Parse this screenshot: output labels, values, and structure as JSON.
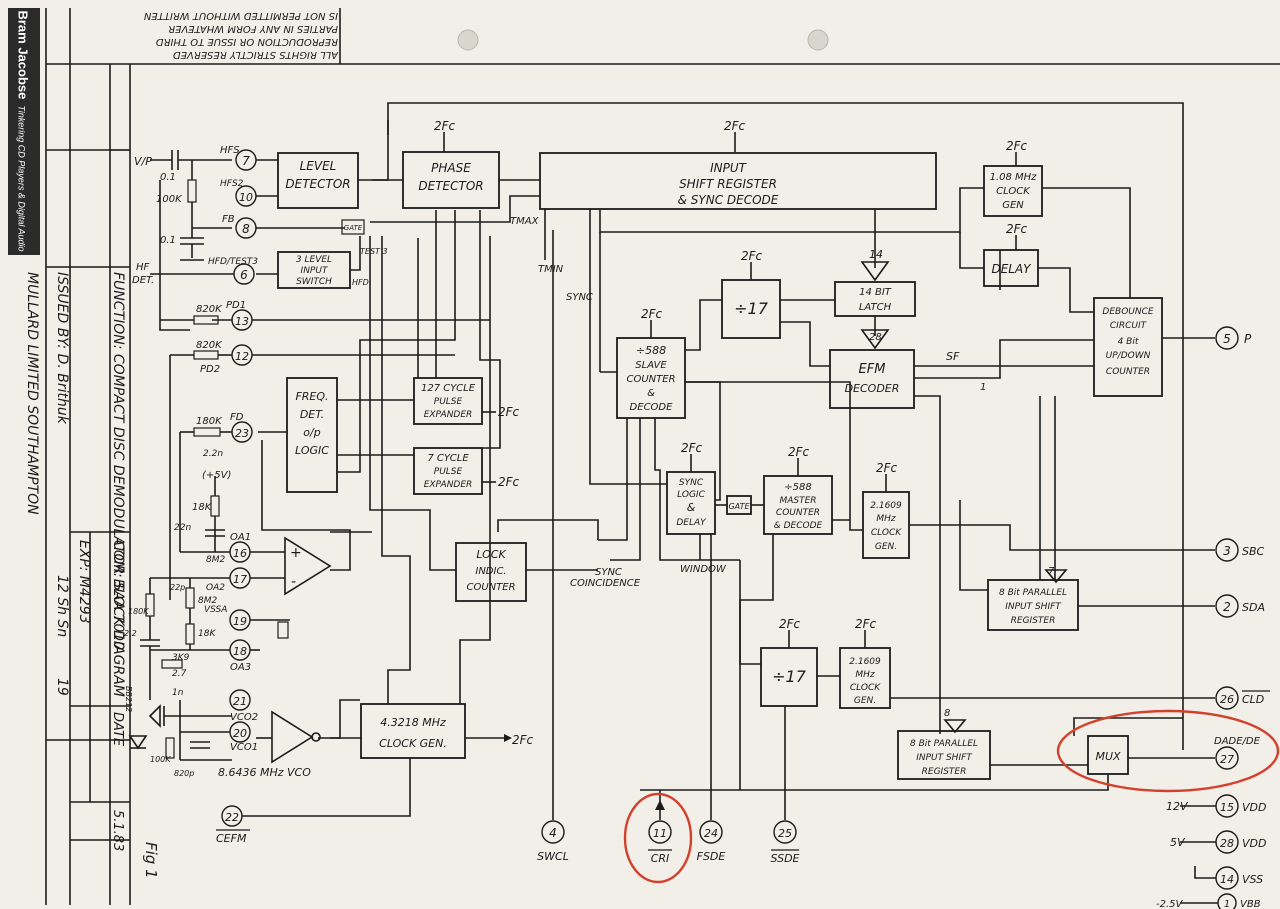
{
  "watermark": {
    "name": "Bram Jacobse",
    "tagline": "Tinkering CD Players & Digital Audio"
  },
  "title_block": {
    "copyright": [
      "ALL RIGHTS STRICTLY RESERVED",
      "REPRODUCTION OR ISSUE TO THIRD",
      "PARTIES IN ANY FORM WHATEVER",
      "IS NOT PERMITTED WITHOUT WRITTEN"
    ],
    "company": "MULLARD LIMITED SOUTHAMPTON",
    "issued_by": "ISSUED BY: D. Brithuk",
    "function": "FUNCTION: COMPACT DISC DEMODULATOR BLOCK DIAGRAM",
    "exp": "EXP: M4293",
    "com": "COM: SAA 7010",
    "sheet": "12 Sh Sn",
    "sheet_no": "19",
    "date_label": "DATE",
    "date_value": "5.1.83",
    "fig": "Fig 1"
  },
  "blocks": {
    "level": [
      "LEVEL",
      "DETECTOR"
    ],
    "phase": [
      "PHASE",
      "DETECTOR"
    ],
    "input_sr": [
      "INPUT",
      "SHIFT REGISTER",
      "& SYNC DECODE"
    ],
    "clk108": [
      "1.08 MHz",
      "CLOCK",
      "GEN"
    ],
    "delay": "DELAY",
    "debounce": [
      "DEBOUNCE",
      "CIRCUIT",
      "4 Bit",
      "UP/DOWN",
      "COUNTER"
    ],
    "latch": [
      "14 BIT",
      "LATCH"
    ],
    "div17a": "÷17",
    "efm": [
      "EFM",
      "DECODER"
    ],
    "slave": [
      "÷588",
      "SLAVE",
      "COUNTER",
      "&",
      "DECODE"
    ],
    "switch3": [
      "3 LEVEL",
      "INPUT",
      "SWITCH"
    ],
    "freq": [
      "FREQ.",
      "DET.",
      "o/p",
      "LOGIC"
    ],
    "exp127": [
      "127 CYCLE",
      "PULSE",
      "EXPANDER"
    ],
    "exp7": [
      "7 CYCLE",
      "PULSE",
      "EXPANDER"
    ],
    "sync_logic": [
      "SYNC",
      "LOGIC",
      "&",
      "DELAY"
    ],
    "gate": "GATE",
    "master": [
      "÷588",
      "MASTER",
      "COUNTER",
      "& DECODE"
    ],
    "clk2161": [
      "2.1609",
      "MHz",
      "CLOCK",
      "GEN."
    ],
    "lock": [
      "LOCK",
      "INDIC.",
      "COUNTER"
    ],
    "par_in": [
      "8 Bit PARALLEL",
      "INPUT SHIFT",
      "REGISTER"
    ],
    "div17b": "÷17",
    "clk2162": [
      "2.1609",
      "MHz",
      "CLOCK",
      "GEN."
    ],
    "clk432": [
      "4.3218 MHz",
      "CLOCK GEN."
    ],
    "par_out": [
      "8 Bit PARALLEL",
      "INPUT SHIFT",
      "REGISTER"
    ],
    "mux": "MUX"
  },
  "labels": {
    "twofc": "2Fc",
    "vp": "V/P",
    "r100k": "100K",
    "c01": "0.1",
    "hf_det": [
      "HF",
      "DET."
    ],
    "hfs": "HFS",
    "hfs2": "HFS2",
    "fb": "FB",
    "hfd_test3": "HFD/TEST3",
    "test3": "TEST 3",
    "hfd": "HFD",
    "gate_small": "GATE",
    "tmax": "TMAX",
    "tmin": "TMIN",
    "sync": "SYNC",
    "n14": "14",
    "n28": "28",
    "sf": "SF",
    "n7": "7",
    "n8": "8",
    "n1": "1",
    "r820a": "820K",
    "pd1": "PD1",
    "r820b": "820K",
    "pd2": "PD2",
    "r180k": "180K",
    "fd": "FD",
    "c2n2": "2.2n",
    "plus5v": "(+5V)",
    "r18k": "18K",
    "c22n": "22n",
    "oa1": "OA1",
    "r8m2": "8M2",
    "oa2": "OA2",
    "c22p": "22p",
    "r180k2": "180K",
    "c2n2b": "2.2",
    "r8m2b": "8M2",
    "vssa": "VSSA",
    "r18kb": "18K",
    "r3k9": "3K9",
    "c2n7": "2.7",
    "oa3": "OA3",
    "bb212": "BB212",
    "c1n": "1n",
    "vco2": "VCO2",
    "vco1": "VCO1",
    "r100kb": "100K",
    "c820p": "820p",
    "vco": "8.6436 MHz VCO",
    "cefm": "CEFM",
    "sync_coincidence": [
      "SYNC",
      "COINCIDENCE"
    ],
    "window": "WINDOW",
    "swcl": "SWCL",
    "cri": "CRI",
    "fsde": "FSDE",
    "ssde": "SSDE",
    "p": "P",
    "sbc": "SBC",
    "sda": "SDA",
    "cld": "CLD",
    "dade": "DADE/DE",
    "v12": "12V",
    "vdd1": "VDD",
    "v5": "5V",
    "vdd2": "VDD",
    "vss": "VSS",
    "vbb_val": "-2.5V",
    "vbb": "VBB"
  },
  "pins": {
    "p7": "7",
    "p10": "10",
    "p8": "8",
    "p6": "6",
    "p13": "13",
    "p12": "12",
    "p23": "23",
    "p16": "16",
    "p17": "17",
    "p19": "19",
    "p18": "18",
    "p21": "21",
    "p20": "20",
    "p22": "22",
    "p4": "4",
    "p11": "11",
    "p24": "24",
    "p25": "25",
    "p5": "5",
    "p3": "3",
    "p2": "2",
    "p26": "26",
    "p27": "27",
    "p15": "15",
    "p28": "28",
    "p14": "14",
    "p1": "1"
  },
  "colors": {
    "paper": "#f1efe8",
    "ink": "#1b1b1b",
    "annotation": "#d3412d",
    "watermark_bg": "#2b2b2b"
  }
}
